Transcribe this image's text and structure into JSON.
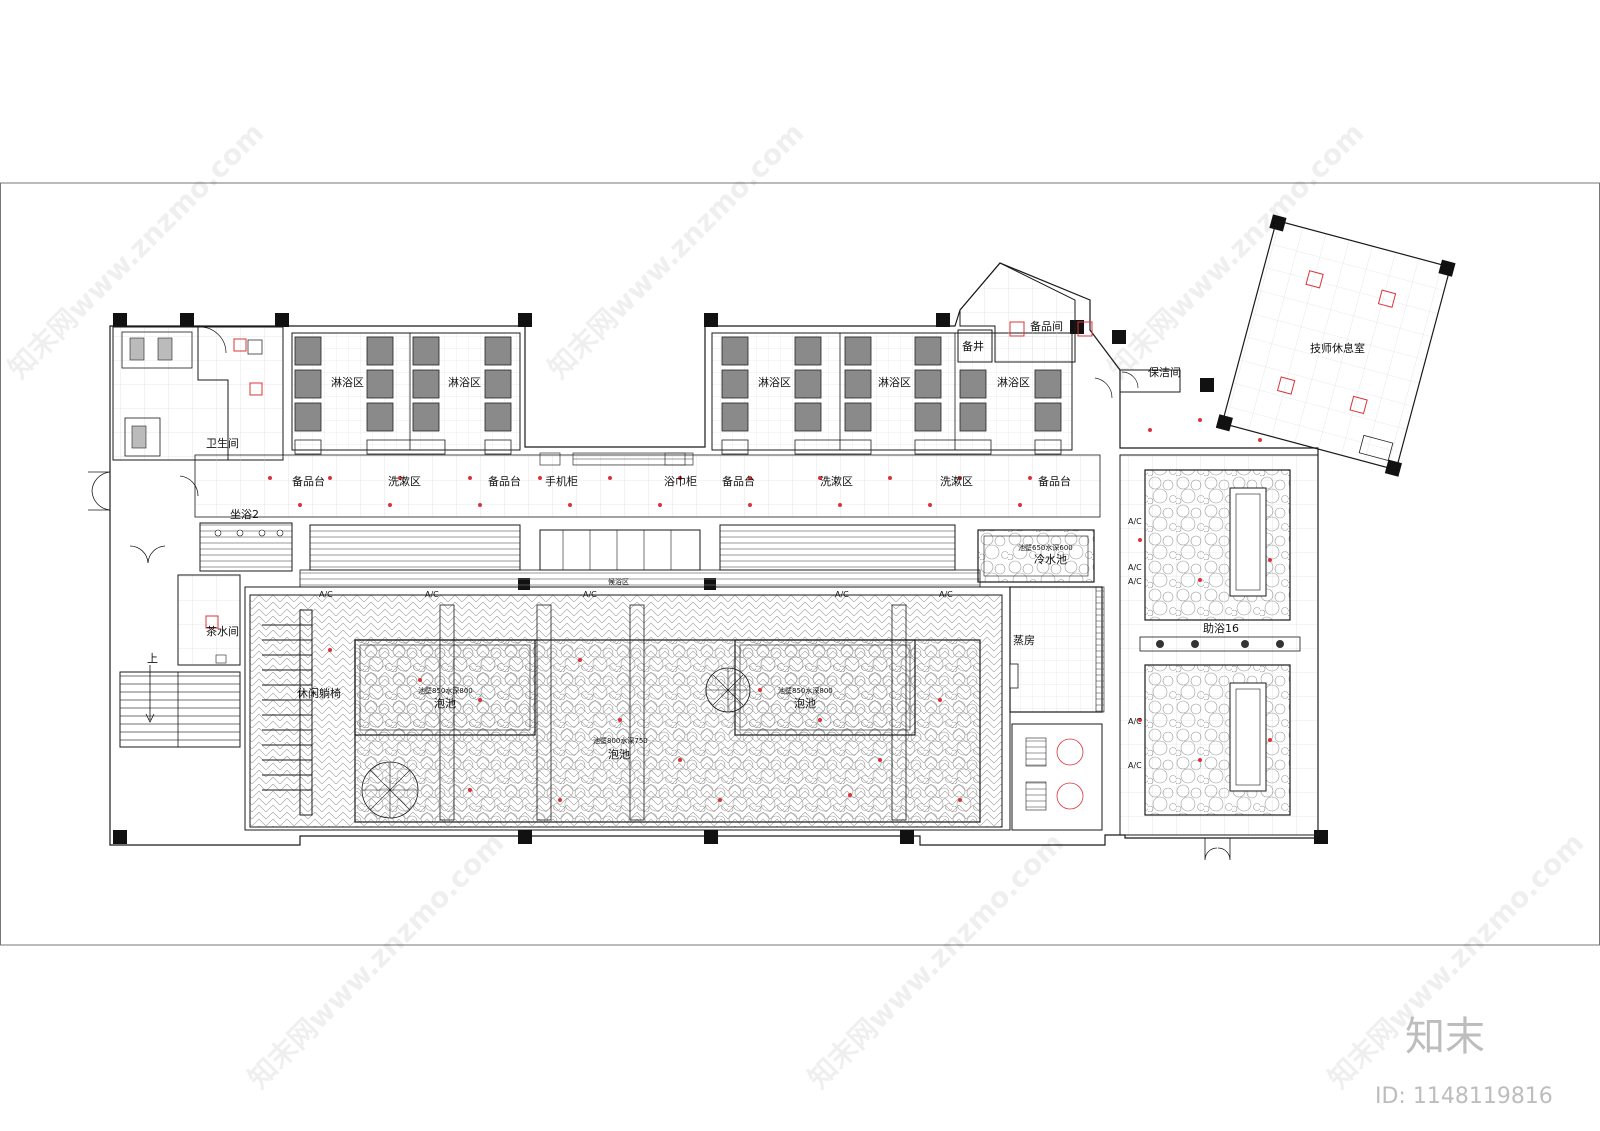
{
  "rooms": {
    "restroom": "卫生间",
    "backup_room": "备品间",
    "shaft": "备井",
    "cleaning_room": "保洁间",
    "tech_rest": "技师休息室",
    "shower_1": "淋浴区",
    "shower_2": "淋浴区",
    "shower_3": "淋浴区",
    "shower_4": "淋浴区",
    "shower_5": "淋浴区",
    "supply_1": "备品台",
    "wash_1": "洗漱区",
    "supply_2": "备品台",
    "phone_cabinet": "手机柜",
    "towel_cabinet": "浴巾柜",
    "supply_3": "备品台",
    "wash_2": "洗漱区",
    "wash_3": "洗漱区",
    "supply_4": "备品台",
    "sit_bath": "坐浴2",
    "tea_room": "茶水间",
    "stairs_up": "上",
    "lounge_chair": "休闲躺椅",
    "cold_pool": "冷水池",
    "cold_pool_spec": "池壁650水深600",
    "steam_room": "蒸房",
    "assist_bath": "助浴16",
    "waiting_area": "候浴区",
    "pool_left_spec": "池壁850水深800",
    "pool_left": "泡池",
    "pool_right_spec": "池壁850水深800",
    "pool_right": "泡池",
    "pool_center_spec": "池壁800水深750",
    "pool_center": "泡池"
  },
  "ac_labels": [
    "A/C",
    "A/C",
    "A/C",
    "A/C",
    "A/C",
    "A/C",
    "A/C",
    "A/C",
    "A/C",
    "A/C"
  ],
  "watermark": {
    "text": "知末网www.znzmo.com",
    "brand": "知末",
    "id": "ID: 1148119816"
  },
  "colors": {
    "line": "#1a1a1a",
    "fixture_fill": "#8a8a8a",
    "light_mark": "#d9343a",
    "stone_fill": "#f3f3f3",
    "grid": "#cfcfcf"
  }
}
